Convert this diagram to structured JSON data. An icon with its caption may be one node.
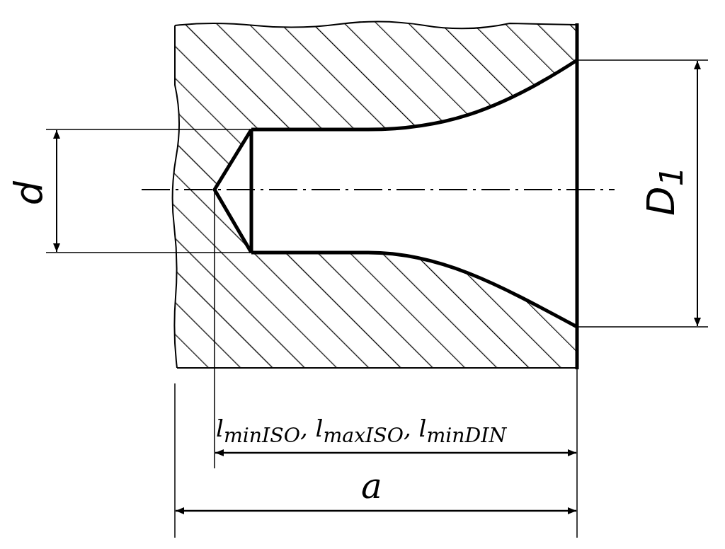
{
  "diagram": {
    "labels": [
      "d",
      "D$_{1}$",
      "l$_{minISO}$, l$_{maxISO}$, l$_{minDIN}$",
      "a"
    ]
  }
}
